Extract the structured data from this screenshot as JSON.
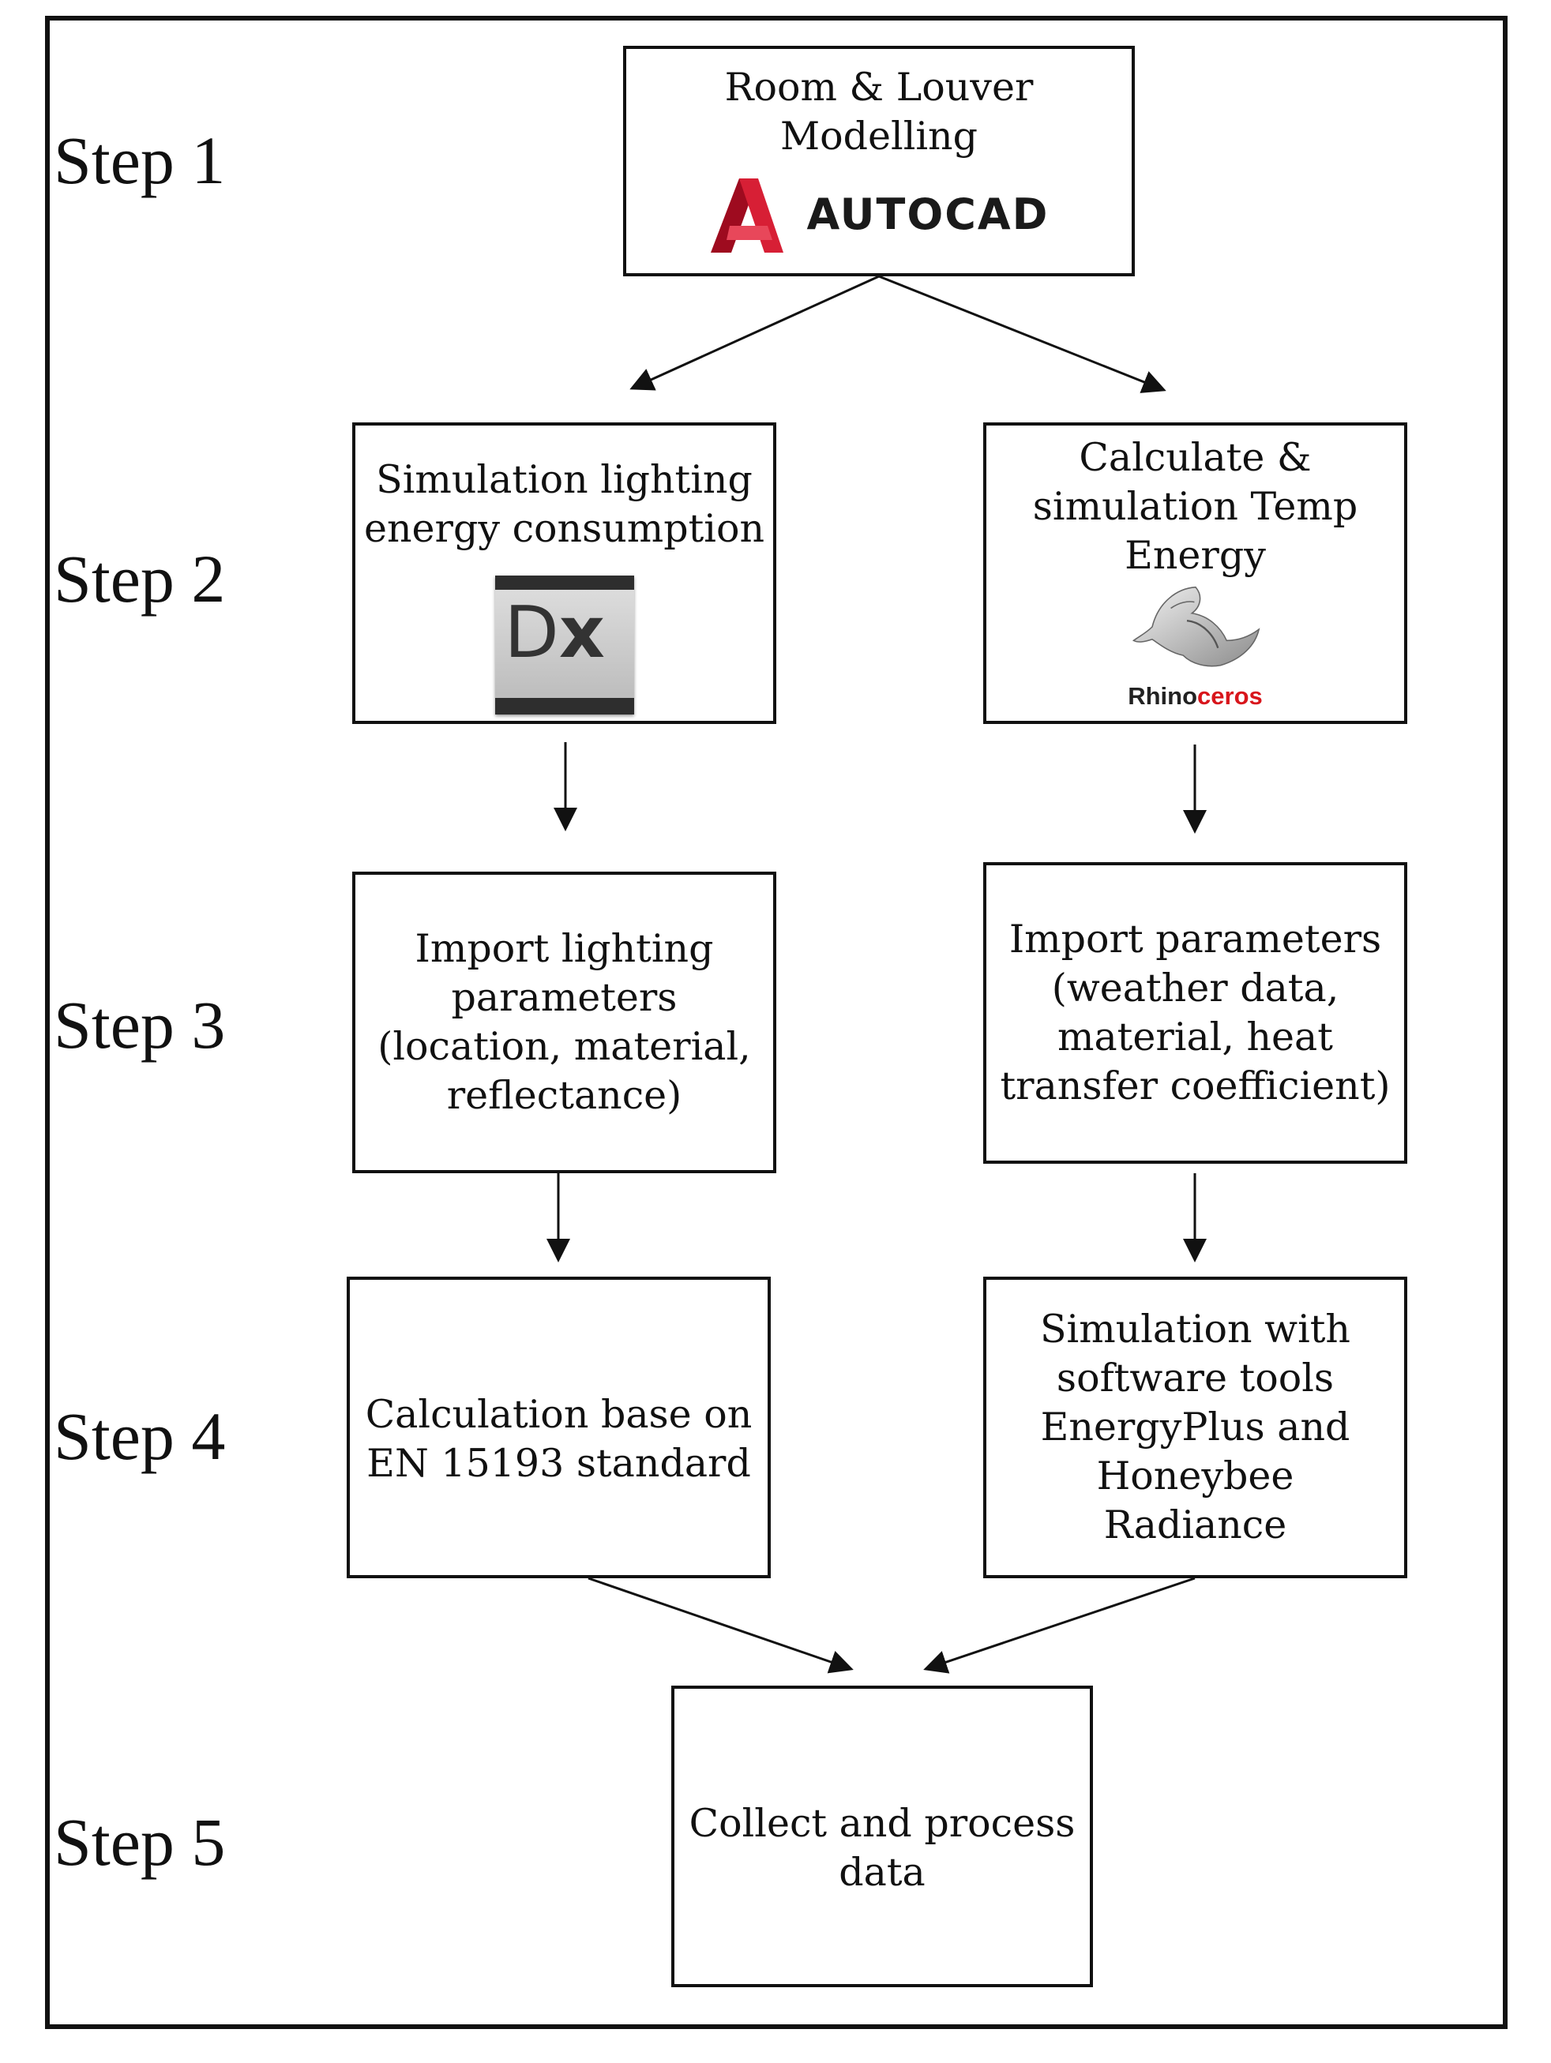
{
  "steps": [
    "Step 1",
    "Step 2",
    "Step 3",
    "Step 4",
    "Step 5"
  ],
  "nodes": {
    "modelling": {
      "text": "Room & Louver\nModelling",
      "logo": "AUTOCAD"
    },
    "lighting_sim": {
      "text": "Simulation lighting\nenergy consumption",
      "logo_icon": "dialux-dx-icon"
    },
    "temp_sim": {
      "text": "Calculate &\nsimulation Temp\nEnergy",
      "logo_a": "Rhino",
      "logo_b": "ceros"
    },
    "lighting_params": {
      "text": "Import lighting\nparameters\n(location, material,\nreflectance)"
    },
    "temp_params": {
      "text": "Import parameters\n(weather data,\nmaterial, heat\ntransfer coefficient)"
    },
    "calculation": {
      "text": "Calculation base on\nEN 15193 standard"
    },
    "simulation_tools": {
      "text": "Simulation with\nsoftware tools\nEnergyPlus and\nHoneybee\nRadiance"
    },
    "collect": {
      "text": "Collect and process\ndata"
    }
  },
  "edges": [
    [
      "modelling",
      "lighting_sim"
    ],
    [
      "modelling",
      "temp_sim"
    ],
    [
      "lighting_sim",
      "lighting_params"
    ],
    [
      "temp_sim",
      "temp_params"
    ],
    [
      "lighting_params",
      "calculation"
    ],
    [
      "temp_params",
      "simulation_tools"
    ],
    [
      "calculation",
      "collect"
    ],
    [
      "simulation_tools",
      "collect"
    ]
  ],
  "colors": {
    "autocad_red": "#c8102e",
    "rhino_red": "#d8161c",
    "line": "#111111"
  }
}
